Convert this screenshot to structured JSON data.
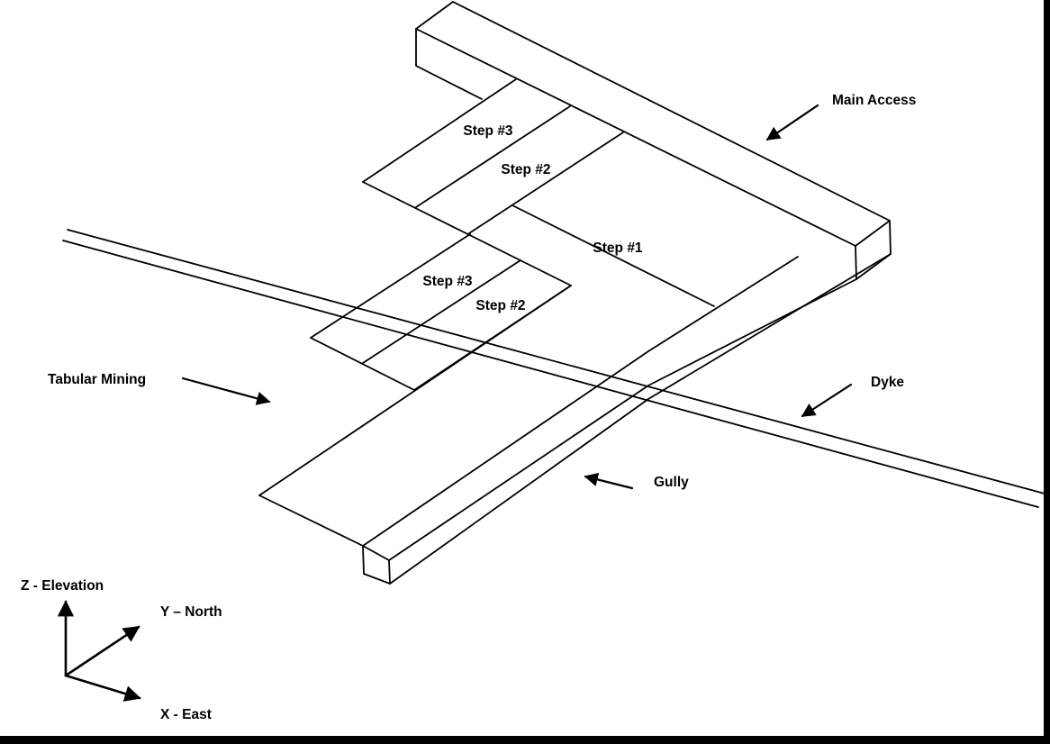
{
  "diagram": {
    "labels": {
      "main_access": "Main Access",
      "step_1": "Step #1",
      "step_3_upper": "Step #3",
      "step_2_upper": "Step #2",
      "step_3_lower": "Step #3",
      "step_2_lower": "Step #2",
      "tabular_mining": "Tabular Mining",
      "dyke": "Dyke",
      "gully": "Gully"
    },
    "axis_legend": {
      "z": "Z - Elevation",
      "y": "Y – North",
      "x": "X - East"
    },
    "features": [
      "Main Access beam along X axis",
      "Gully beam along Y axis",
      "Upper bench with steps 2 and 3",
      "Lower bench with steps 2 and 3",
      "Step 1 floor",
      "Tabular mining slab",
      "Dyke crossing as two parallel lines"
    ],
    "colors": {
      "line": "#000000",
      "background": "#ffffff",
      "frame": "#000000"
    }
  }
}
